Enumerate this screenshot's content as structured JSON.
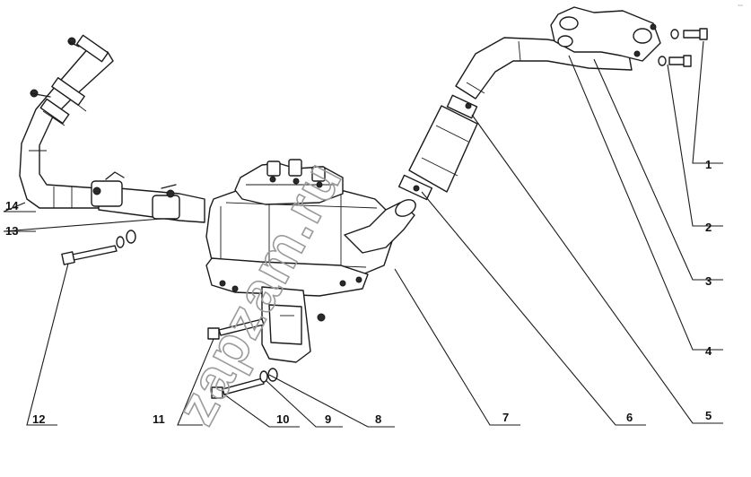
{
  "watermark": "zapzam.ru",
  "corner_mark": "~~",
  "callouts": [
    {
      "id": "c1",
      "label": "1"
    },
    {
      "id": "c2",
      "label": "2"
    },
    {
      "id": "c3",
      "label": "3"
    },
    {
      "id": "c4",
      "label": "4"
    },
    {
      "id": "c5",
      "label": "5"
    },
    {
      "id": "c6",
      "label": "6"
    },
    {
      "id": "c7",
      "label": "7"
    },
    {
      "id": "c8",
      "label": "8"
    },
    {
      "id": "c9",
      "label": "9"
    },
    {
      "id": "c10",
      "label": "10"
    },
    {
      "id": "c11",
      "label": "11"
    },
    {
      "id": "c12",
      "label": "12"
    },
    {
      "id": "c13",
      "label": "13"
    },
    {
      "id": "c14",
      "label": "14"
    }
  ]
}
